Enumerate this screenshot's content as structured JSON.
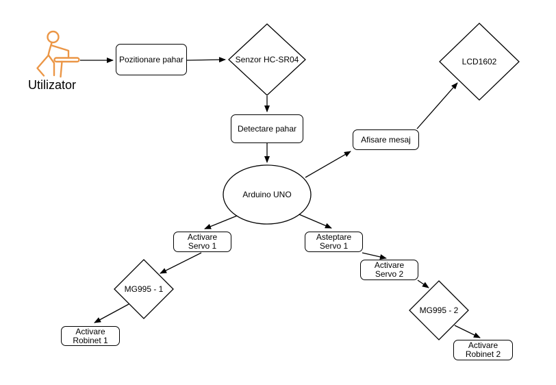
{
  "diagram": {
    "type": "flowchart",
    "colors": {
      "background": "#ffffff",
      "stroke": "#000000",
      "node_fill": "#ffffff",
      "text": "#000000",
      "actor": "#EB9646"
    },
    "actor": {
      "label": "Utilizator",
      "icon": "person-at-table-icon"
    },
    "nodes": {
      "pozitionare_pahar": {
        "label": "Pozitionare pahar",
        "shape": "rounded-rect"
      },
      "senzor_hcsr04": {
        "label": "Senzor HC-SR04",
        "shape": "diamond"
      },
      "detectare_pahar": {
        "label": "Detectare pahar",
        "shape": "rounded-rect"
      },
      "arduino_uno": {
        "label": "Arduino UNO",
        "shape": "ellipse"
      },
      "afisare_mesaj": {
        "label": "Afisare mesaj",
        "shape": "rounded-rect"
      },
      "lcd1602": {
        "label": "LCD1602",
        "shape": "diamond"
      },
      "activare_servo1": {
        "label": "Activare\nServo 1",
        "shape": "rounded-rect"
      },
      "mg995_1": {
        "label": "MG995 - 1",
        "shape": "diamond"
      },
      "activare_robinet1": {
        "label": "Activare\nRobinet 1",
        "shape": "rounded-rect"
      },
      "asteptare_servo1": {
        "label": "Asteptare\nServo 1",
        "shape": "rounded-rect"
      },
      "activare_servo2": {
        "label": "Activare\nServo 2",
        "shape": "rounded-rect"
      },
      "mg995_2": {
        "label": "MG995 - 2",
        "shape": "diamond"
      },
      "activare_robinet2": {
        "label": "Activare\nRobinet 2",
        "shape": "rounded-rect"
      }
    },
    "edges": [
      {
        "from": "utilizator",
        "to": "pozitionare_pahar"
      },
      {
        "from": "pozitionare_pahar",
        "to": "senzor_hcsr04"
      },
      {
        "from": "senzor_hcsr04",
        "to": "detectare_pahar"
      },
      {
        "from": "detectare_pahar",
        "to": "arduino_uno"
      },
      {
        "from": "arduino_uno",
        "to": "afisare_mesaj"
      },
      {
        "from": "afisare_mesaj",
        "to": "lcd1602"
      },
      {
        "from": "arduino_uno",
        "to": "activare_servo1"
      },
      {
        "from": "arduino_uno",
        "to": "asteptare_servo1"
      },
      {
        "from": "activare_servo1",
        "to": "mg995_1"
      },
      {
        "from": "mg995_1",
        "to": "activare_robinet1"
      },
      {
        "from": "asteptare_servo1",
        "to": "activare_servo2"
      },
      {
        "from": "activare_servo2",
        "to": "mg995_2"
      },
      {
        "from": "mg995_2",
        "to": "activare_robinet2"
      }
    ]
  }
}
